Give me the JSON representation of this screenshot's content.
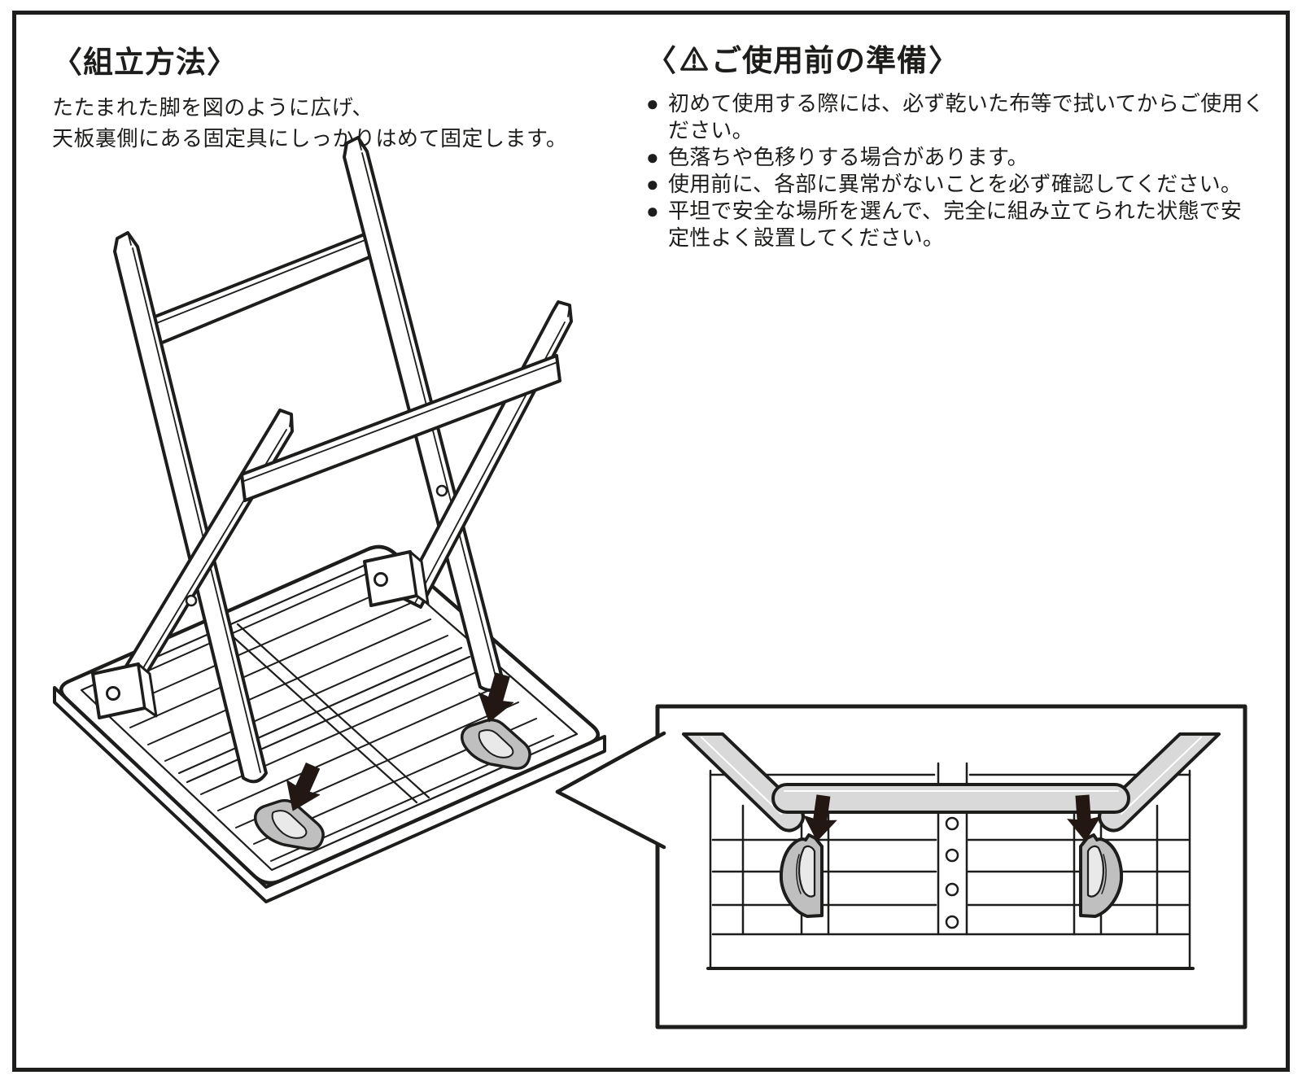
{
  "sections": {
    "assembly": {
      "heading": "〈組立方法〉",
      "body": "たたまれた脚を図のように広げ、\n天板裏側にある固定具にしっかりはめて固定します。"
    },
    "preparation": {
      "heading_open": "〈",
      "heading_title": "ご使用前の準備",
      "heading_close": "〉",
      "bullet_marker": "●",
      "bullets": [
        "初めて使用する際には、必ず乾いた布等で拭いてからご使用く\nださい。",
        "色落ちや色移りする場合があります。",
        "使用前に、各部に異常がないことを必ず確認してください。",
        "平坦で安全な場所を選んで、完全に組み立てられた状態で安\n定性よく設置してください。"
      ]
    }
  },
  "icons": {
    "warning": "warning-triangle-icon",
    "arrow": "down-arrow-icon",
    "bullet": "bullet-dot-icon"
  },
  "illustration": {
    "main_alt": "folding-table-underside-with-legs-spread",
    "inset_alt": "fixing-clip-closeup-detail"
  },
  "colors": {
    "ink": "#1d1d1b",
    "gray_light": "#d9d9d9",
    "gray_mid": "#bfbfbf",
    "gray_channel": "#e9e9e9",
    "arrow": "#221712",
    "bg": "#ffffff"
  }
}
